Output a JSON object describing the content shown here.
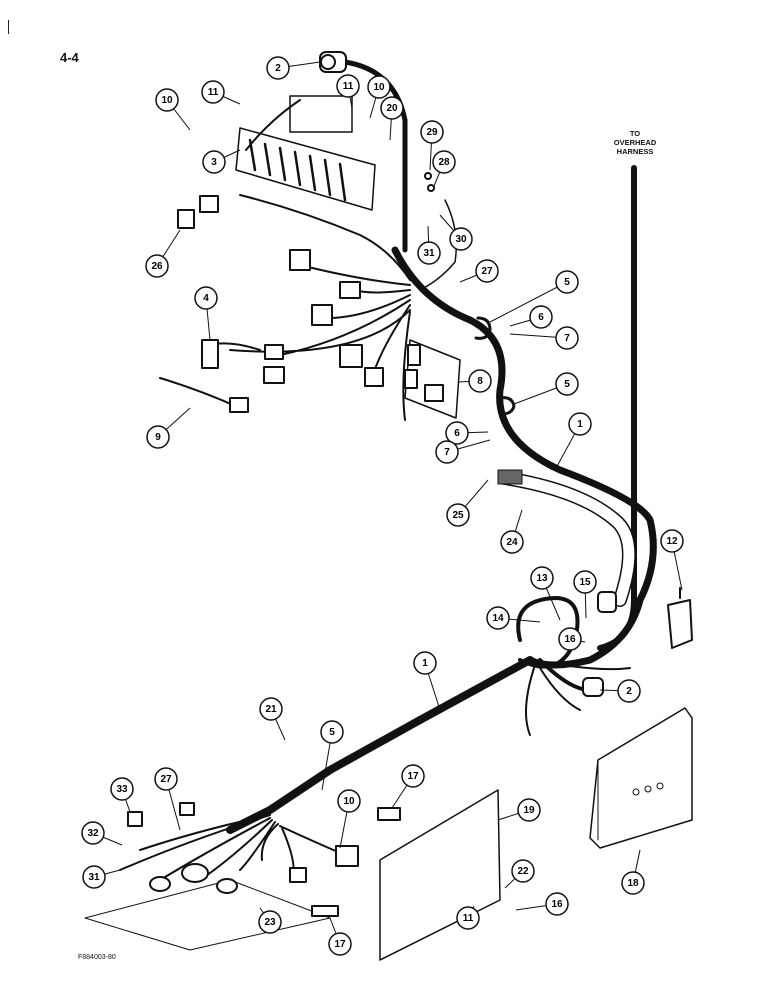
{
  "page_number": "4-4",
  "figure_code": "F884003-80",
  "harness_label": {
    "line1": "TO",
    "line2": "OVERHEAD",
    "line3": "HARNESS"
  },
  "callouts": [
    "1",
    "1",
    "2",
    "2",
    "3",
    "4",
    "5",
    "5",
    "5",
    "6",
    "6",
    "7",
    "7",
    "8",
    "9",
    "10",
    "10",
    "10",
    "11",
    "11",
    "11",
    "12",
    "13",
    "14",
    "15",
    "16",
    "16",
    "17",
    "17",
    "18",
    "19",
    "20",
    "21",
    "22",
    "23",
    "24",
    "25",
    "26",
    "27",
    "27",
    "28",
    "29",
    "30",
    "31",
    "31",
    "32",
    "33"
  ]
}
